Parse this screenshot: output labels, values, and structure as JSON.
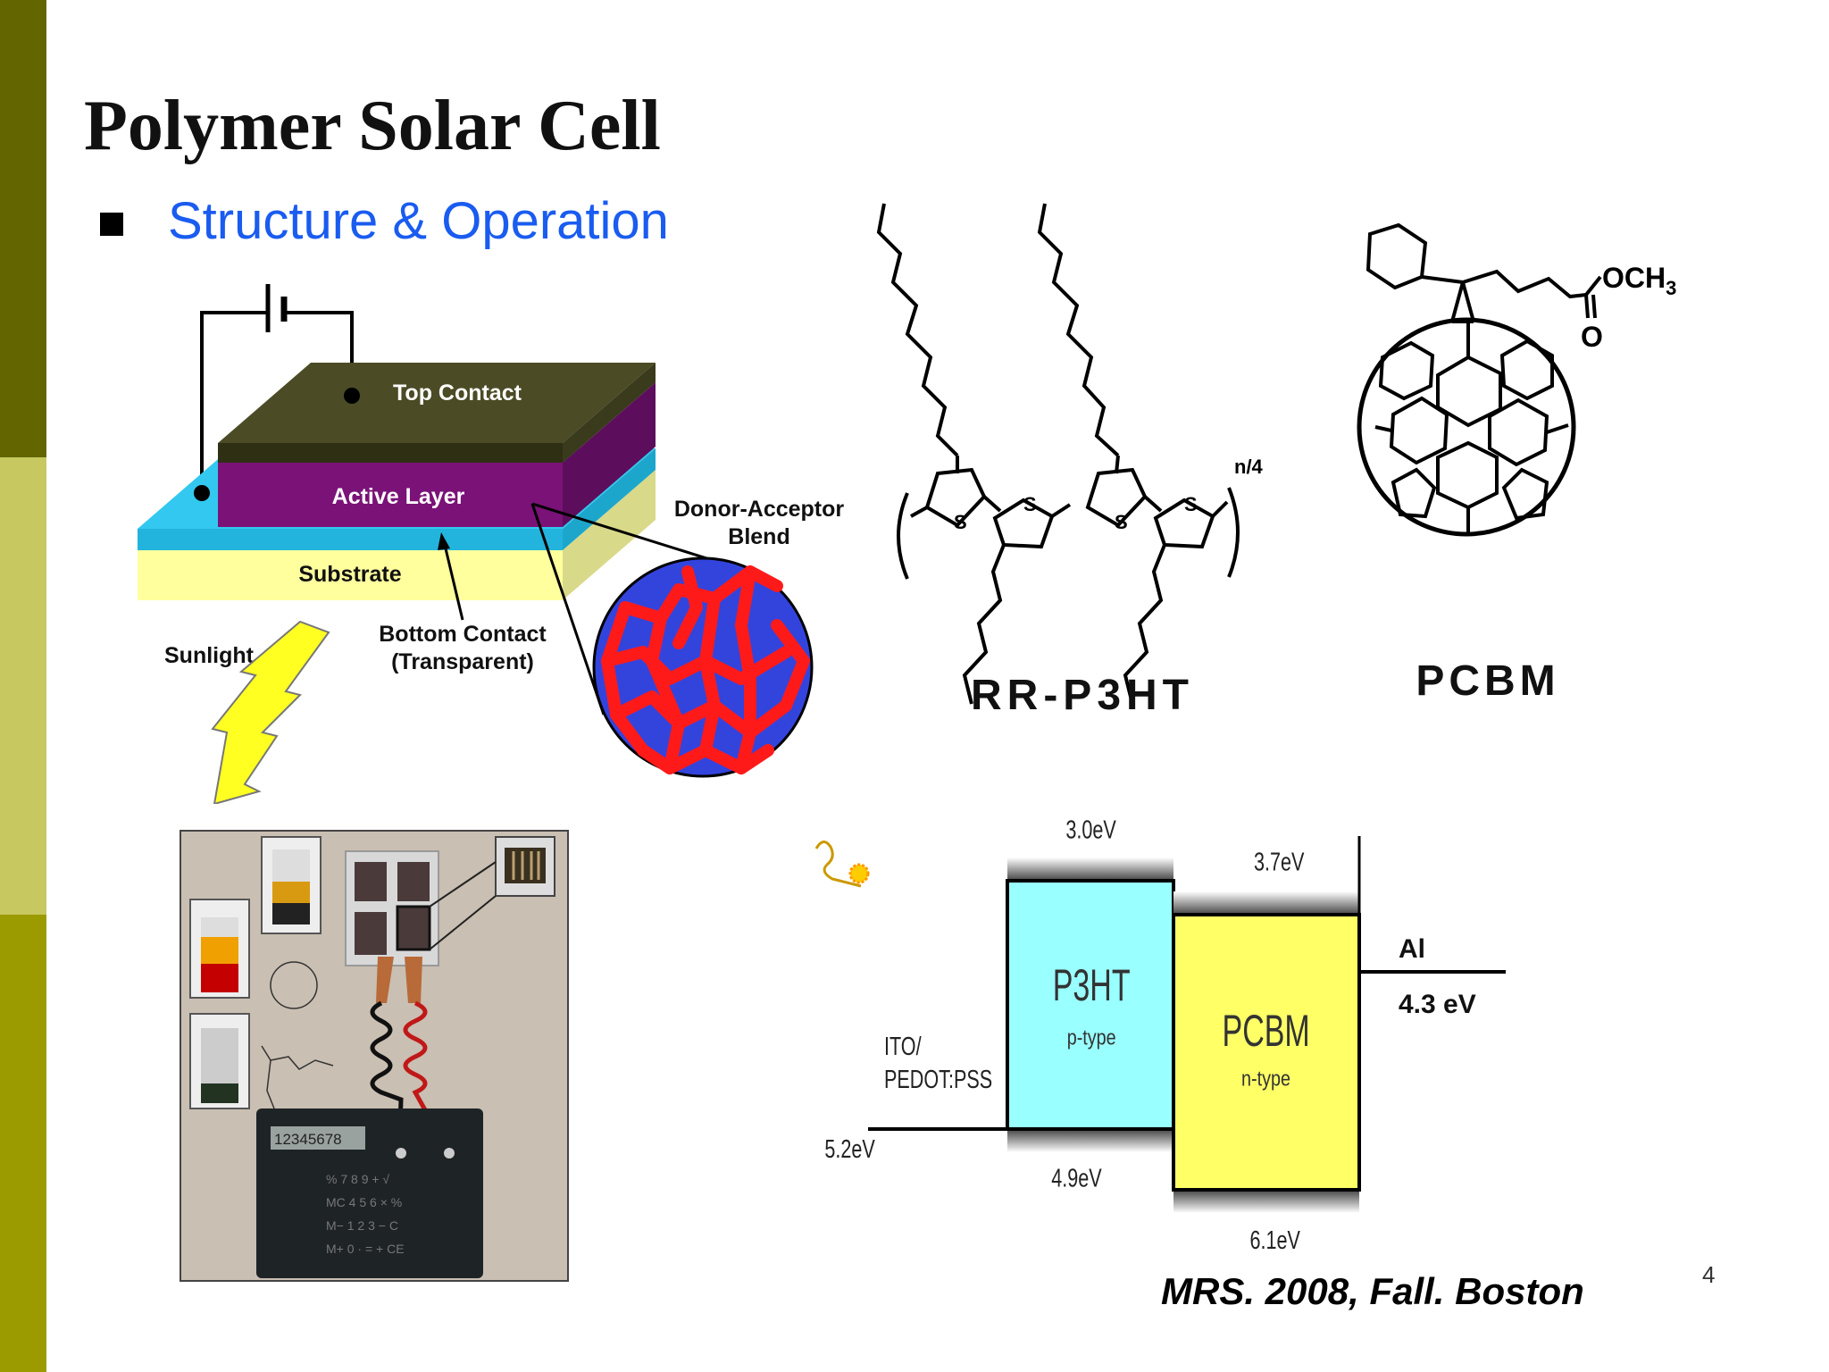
{
  "slide": {
    "title": "Polymer Solar Cell",
    "bullet": "Structure & Operation",
    "citation": "MRS. 2008, Fall. Boston",
    "page_number": "4"
  },
  "device_diagram": {
    "top_contact": "Top Contact",
    "active_layer": "Active Layer",
    "substrate": "Substrate",
    "bottom_contact_line1": "Bottom Contact",
    "bottom_contact_line2": "(Transparent)",
    "sunlight": "Sunlight",
    "blend_line1": "Donor-Acceptor",
    "blend_line2": "Blend"
  },
  "molecules": {
    "p3ht_name": "RR-P3HT",
    "p3ht_repeat": "n/4",
    "sulfur": "S",
    "pcbm_name": "PCBM",
    "pcbm_group": "OCH",
    "pcbm_group_sub": "3",
    "pcbm_oxygen": "O"
  },
  "photo": {
    "calculator_display": "12345678",
    "keypad_rows": [
      "%  7  8  9  +  √",
      "MC  4  5  6  ×  %",
      "M−  1  2  3  −  C",
      "M+  0  ·  =  +  CE"
    ]
  },
  "energy_diagram": {
    "ito_line1": "ITO/",
    "ito_line2": "PEDOT:PSS",
    "ito_level": "5.2eV",
    "p3ht_label": "P3HT",
    "p3ht_type": "p-type",
    "p3ht_lumo": "3.0eV",
    "p3ht_homo": "4.9eV",
    "pcbm_label": "PCBM",
    "pcbm_type": "n-type",
    "pcbm_lumo": "3.7eV",
    "pcbm_homo": "6.1eV",
    "al_label": "Al",
    "al_level": "4.3 eV"
  },
  "colors": {
    "sidebar_top": "#636600",
    "sidebar_middle": "#c8c860",
    "sidebar_bottom": "#9b9b00",
    "bullet_text": "#1a5cf0",
    "top_contact": "#4b4b26",
    "active_layer": "#7a1278",
    "bottom_contact": "#33c8f0",
    "substrate": "#ffff9e",
    "donor": "#ff1a1a",
    "acceptor": "#3344dd",
    "p3ht_box": "#99ffff",
    "pcbm_box": "#ffff66"
  }
}
